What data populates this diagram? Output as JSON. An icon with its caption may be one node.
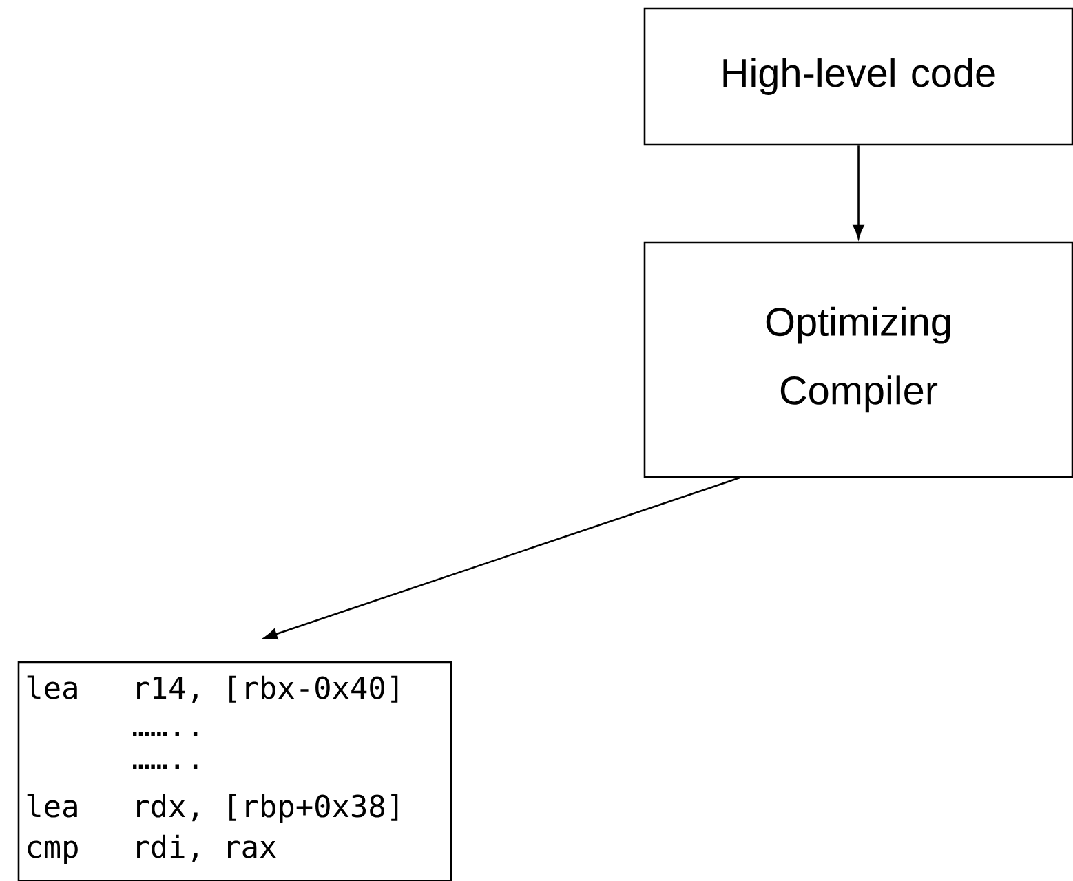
{
  "diagram": {
    "nodes": [
      {
        "text": [
          "High-level code"
        ]
      },
      {
        "text": [
          "Optimizing Compiler"
        ]
      },
      {
        "text": [
          "lea",
          "r14, [rbx-0x40]",
          "……..",
          "……..",
          "lea",
          "rdx, [rbp+0x38]",
          "cmp",
          "rdi, rax"
        ]
      }
    ],
    "edges": [
      {
        "from": 0,
        "to": 1,
        "arrow": "to"
      },
      {
        "from": 1,
        "to": 2,
        "arrow": "to"
      }
    ]
  }
}
